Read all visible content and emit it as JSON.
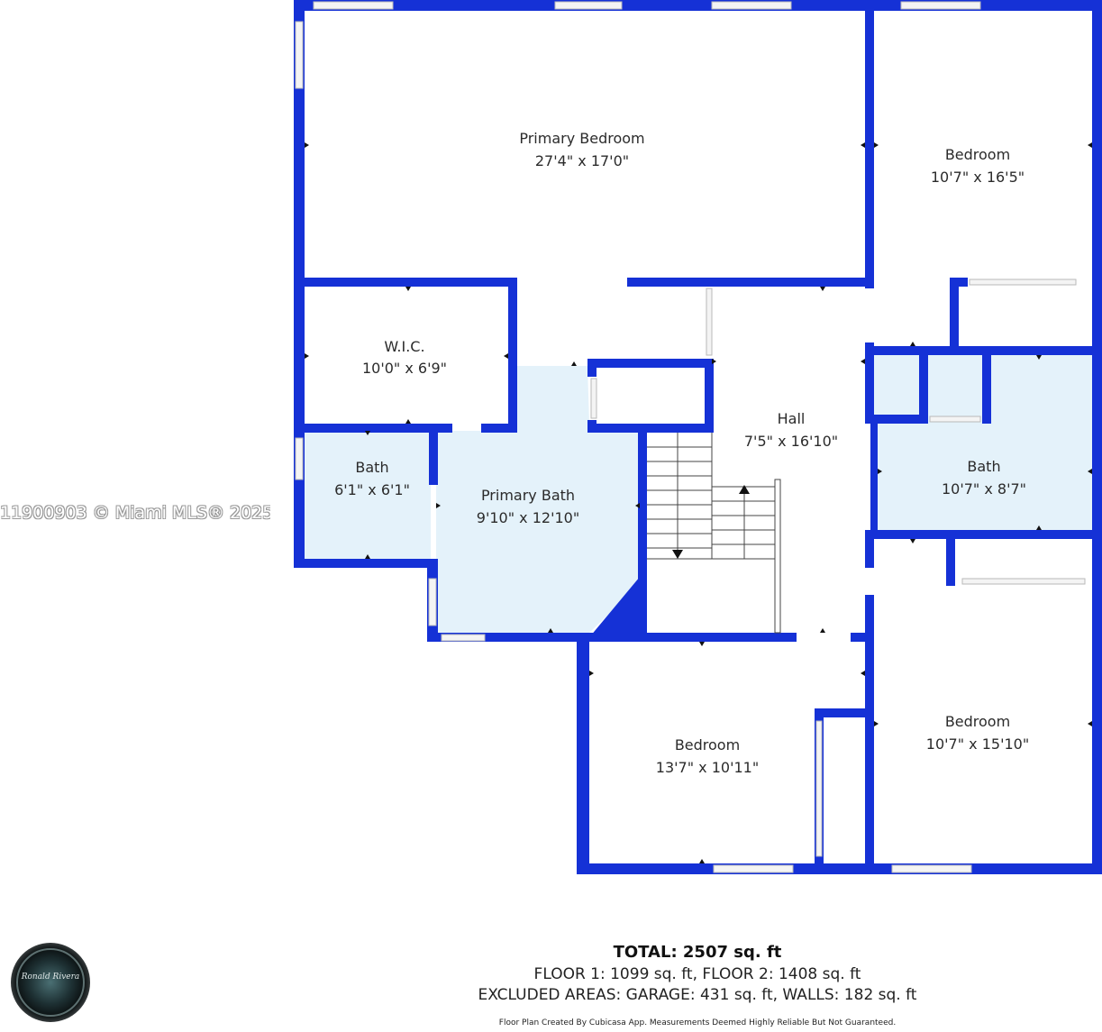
{
  "rooms": {
    "primary_bedroom": {
      "name": "Primary Bedroom",
      "dims": "27'4\" x 17'0\""
    },
    "bedroom_ne": {
      "name": "Bedroom",
      "dims": "10'7\" x 16'5\""
    },
    "wic": {
      "name": "W.I.C.",
      "dims": "10'0\" x 6'9\""
    },
    "hall": {
      "name": "Hall",
      "dims": "7'5\" x 16'10\""
    },
    "bath_w": {
      "name": "Bath",
      "dims": "6'1\" x 6'1\""
    },
    "primary_bath": {
      "name": "Primary Bath",
      "dims": "9'10\" x 12'10\""
    },
    "bath_e": {
      "name": "Bath",
      "dims": "10'7\" x 8'7\""
    },
    "bedroom_se": {
      "name": "Bedroom",
      "dims": "10'7\" x 15'10\""
    },
    "bedroom_s": {
      "name": "Bedroom",
      "dims": "13'7\" x 10'11\""
    }
  },
  "watermark": "11900903 © Miami MLS® 2025",
  "summary": {
    "total": "TOTAL: 2507 sq. ft",
    "floors": "FLOOR 1: 1099 sq. ft, FLOOR 2: 1408 sq. ft",
    "excluded": "EXCLUDED AREAS: GARAGE: 431 sq. ft, WALLS: 182 sq. ft",
    "credit": "Floor Plan Created By Cubicasa App. Measurements Deemed Highly Reliable But Not Guaranteed."
  },
  "logo_text": "Ronald Rivera",
  "colors": {
    "wall": "#1531d6",
    "bath_fill": "#e4f2fa",
    "window": "#f4f4f4"
  }
}
